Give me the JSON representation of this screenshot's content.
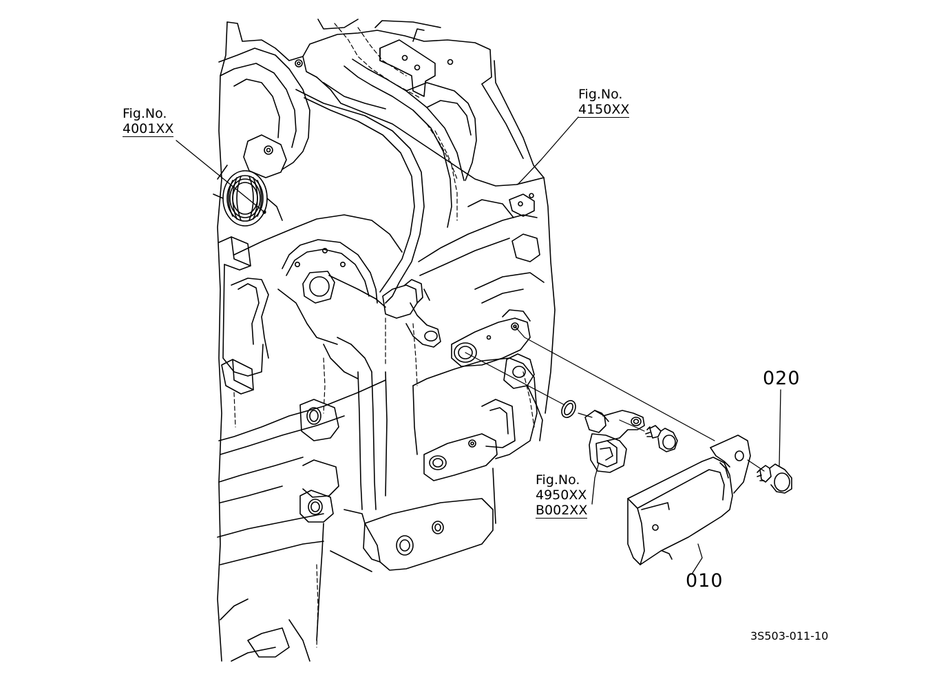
{
  "callouts": {
    "fig1": {
      "caption": "Fig.No.",
      "number": "4001XX"
    },
    "fig2": {
      "caption": "Fig.No.",
      "number": "4150XX"
    },
    "fig3": {
      "caption": "Fig.No.",
      "number1": "4950XX",
      "number2": "B002XX"
    }
  },
  "parts": [
    {
      "id": "010"
    },
    {
      "id": "020"
    }
  ],
  "drawing_code": "3S503-011-10"
}
